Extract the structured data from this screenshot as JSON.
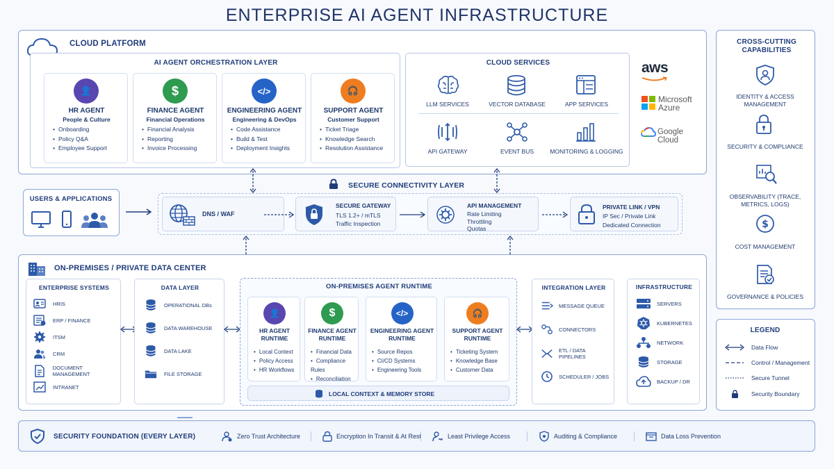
{
  "title": "ENTERPRISE AI AGENT INFRASTRUCTURE",
  "cloud_platform": {
    "label": "CLOUD PLATFORM",
    "orchestration": {
      "label": "AI AGENT ORCHESTRATION LAYER",
      "agents": [
        {
          "name": "HR AGENT",
          "sub": "People & Culture",
          "items": [
            "Onboarding",
            "Policy Q&A",
            "Employee Support"
          ],
          "color": "#5a46b0",
          "glyph": "👤"
        },
        {
          "name": "FINANCE AGENT",
          "sub": "Financial Operations",
          "items": [
            "Financial Analysis",
            "Reporting",
            "Invoice Processing"
          ],
          "color": "#2e9b50",
          "glyph": "$"
        },
        {
          "name": "ENGINEERING AGENT",
          "sub": "Engineering & DevOps",
          "items": [
            "Code Assistance",
            "Build & Test",
            "Deployment Insights"
          ],
          "color": "#2563c7",
          "glyph": "</>"
        },
        {
          "name": "SUPPORT AGENT",
          "sub": "Customer Support",
          "items": [
            "Ticket Triage",
            "Knowledge Search",
            "Resolution Assistance"
          ],
          "color": "#ee7d20",
          "glyph": "🎧"
        }
      ]
    },
    "cloud_services": {
      "label": "CLOUD SERVICES",
      "items": [
        {
          "label": "LLM SERVICES",
          "icon": "brain-icon"
        },
        {
          "label": "VECTOR DATABASE",
          "icon": "database-icon"
        },
        {
          "label": "APP SERVICES",
          "icon": "app-window-icon"
        },
        {
          "label": "API GATEWAY",
          "icon": "api-gateway-icon"
        },
        {
          "label": "EVENT BUS",
          "icon": "network-nodes-icon"
        },
        {
          "label": "MONITORING & LOGGING",
          "icon": "bar-chart-icon"
        }
      ]
    },
    "providers": {
      "aws": "aws",
      "azure_1": "Microsoft",
      "azure_2": "Azure",
      "google": "Google Cloud"
    }
  },
  "cross_cutting": {
    "label": "CROSS-CUTTING CAPABILITIES",
    "items": [
      {
        "label": "IDENTITY & ACCESS MANAGEMENT",
        "icon": "shield-user-icon"
      },
      {
        "label": "SECURITY & COMPLIANCE",
        "icon": "lock-icon"
      },
      {
        "label": "OBSERVABILITY (TRACE, METRICS, LOGS)",
        "icon": "magnifier-chart-icon"
      },
      {
        "label": "COST MANAGEMENT",
        "icon": "dollar-icon"
      },
      {
        "label": "GOVERNANCE & POLICIES",
        "icon": "document-check-icon"
      }
    ]
  },
  "users": {
    "label": "USERS & APPLICATIONS"
  },
  "connectivity": {
    "label": "SECURE CONNECTIVITY LAYER",
    "dns": "DNS / WAF",
    "gateway": {
      "title": "SECURE GATEWAY",
      "lines": [
        "TLS 1.2+ / mTLS",
        "Traffic Inspection"
      ]
    },
    "api": {
      "title": "API MANAGEMENT",
      "lines": [
        "Rate Limiting",
        "Throttling",
        "Quotas"
      ]
    },
    "private": {
      "title": "PRIVATE LINK / VPN",
      "lines": [
        "IP Sec / Private Link",
        "Dedicated Connection"
      ]
    }
  },
  "onprem": {
    "label": "ON-PREMISES / PRIVATE DATA CENTER",
    "enterprise": {
      "label": "ENTERPRISE SYSTEMS",
      "items": [
        "HRIS",
        "ERP / FINANCE",
        "ITSM",
        "CRM",
        "DOCUMENT MANAGEMENT",
        "INTRANET"
      ]
    },
    "data_layer": {
      "label": "DATA LAYER",
      "items": [
        "OPERATIONAL DBs",
        "DATA WAREHOUSE",
        "DATA LAKE",
        "FILE STORAGE"
      ]
    },
    "runtime": {
      "label": "ON-PREMISES AGENT RUNTIME",
      "agents": [
        {
          "n1": "HR AGENT",
          "n2": "RUNTIME",
          "items": [
            "Local Context",
            "Policy Access",
            "HR Workflows"
          ],
          "color": "#5a46b0",
          "glyph": "👤"
        },
        {
          "n1": "FINANCE AGENT",
          "n2": "RUNTIME",
          "items": [
            "Financial Data",
            "Compliance Rules",
            "Reconciliation"
          ],
          "color": "#2e9b50",
          "glyph": "$"
        },
        {
          "n1": "ENGINEERING AGENT",
          "n2": "RUNTIME",
          "items": [
            "Source Repos",
            "CI/CD Systems",
            "Engineering Tools"
          ],
          "color": "#2563c7",
          "glyph": "</>"
        },
        {
          "n1": "SUPPORT AGENT",
          "n2": "RUNTIME",
          "items": [
            "Ticketing System",
            "Knowledge Base",
            "Customer Data"
          ],
          "color": "#ee7d20",
          "glyph": "🎧"
        }
      ],
      "memory": "LOCAL CONTEXT & MEMORY STORE"
    },
    "integration": {
      "label": "INTEGRATION LAYER",
      "items": [
        "MESSAGE QUEUE",
        "CONNECTORS",
        "ETL / DATA PIPELINES",
        "SCHEDULER / JOBS"
      ]
    },
    "infrastructure": {
      "label": "INFRASTRUCTURE",
      "items": [
        "SERVERS",
        "KUBERNETES",
        "NETWORK",
        "STORAGE",
        "BACKUP / DR"
      ]
    }
  },
  "legend": {
    "label": "LEGEND",
    "items": [
      "Data Flow",
      "Control / Management",
      "Secure Tunnel",
      "Security Boundary"
    ]
  },
  "security_foundation": {
    "label": "SECURITY FOUNDATION (EVERY LAYER)",
    "items": [
      "Zero Trust Architecture",
      "Encryption In Transit & At Rest",
      "Least Privilege Access",
      "Auditing & Compliance",
      "Data Loss Prevention"
    ]
  },
  "colors": {
    "primary": "#1f3c7a",
    "border": "#8aa4d6",
    "accent": "#2d5aa8"
  }
}
